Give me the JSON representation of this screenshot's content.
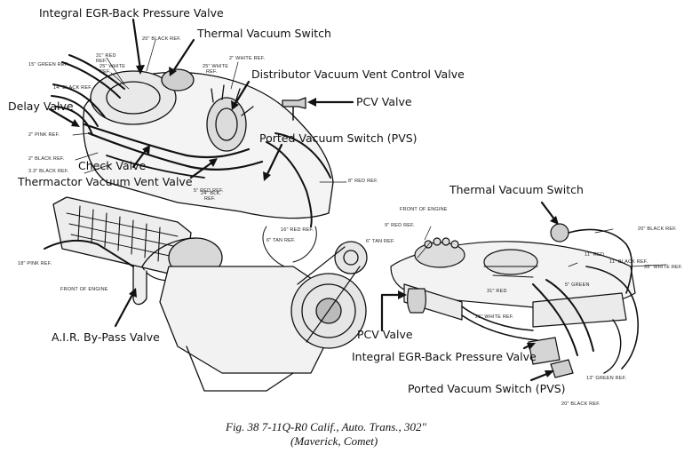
{
  "left_diagram": {
    "callouts": {
      "egr_valve": "Integral EGR-Back Pressure Valve",
      "thermal_switch": "Thermal Vacuum Switch",
      "distributor_valve": "Distributor Vacuum Vent Control Valve",
      "pcv_valve": "PCV Valve",
      "delay_valve": "Delay Valve",
      "ported_switch": "Ported Vacuum Switch (PVS)",
      "check_valve": "Check Valve",
      "thermactor_valve": "Thermactor Vacuum Vent Valve",
      "air_bypass": "A.I.R. By-Pass Valve"
    },
    "hose_labels": {
      "black_20": "20\" BLACK REF.",
      "green_15": "15\" GREEN REF.",
      "red_31": "31\" RED",
      "ref_a": "REF.",
      "white_25": "25\" WHITE",
      "ref_b": "REF.",
      "black_14": "14\" BLACK REF.",
      "white_2": "2\" WHITE REF.",
      "white_25b": "25\" WHITE",
      "ref_c": "REF.",
      "pink_2": "2\" PINK REF.",
      "black_2": "2\" BLACK REF.",
      "black_33": "3.3\" BLACK REF.",
      "red_8": "8\" RED REF.",
      "red_5": "5\" RED REF.",
      "blk_24": "24\" BLK.",
      "ref_d": "REF.",
      "red_16": "16\" RED REF.",
      "tan_6": "6\" TAN REF.",
      "pink_18": "18\" PINK REF.",
      "front": "FRONT OF ENGINE"
    }
  },
  "right_diagram": {
    "callouts": {
      "thermal_switch": "Thermal Vacuum Switch",
      "pcv_valve": "PCV Valve",
      "egr_valve": "Integral EGR-Back Pressure Valve",
      "ported_switch": "Ported Vacuum Switch (PVS)"
    },
    "hose_labels": {
      "front": "FRONT OF ENGINE",
      "red_9": "9\" RED REF.",
      "black_20": "20\" BLACK REF.",
      "tan_6": "6\" TAN REF.",
      "red_11": "11\" RED",
      "black_11": "11\" BLACK REF.",
      "white_35": "35\" WHITE REF.",
      "red_31": "31\" RED",
      "green_5": "5\" GREEN",
      "white_25": "25\" WHITE REF.",
      "green_13": "13\" GREEN REF.",
      "black_20b": "20\" BLACK REF."
    }
  },
  "caption": {
    "line1": "Fig. 38    7-11Q-R0 Calif., Auto. Trans., 302\"",
    "line2": "(Maverick, Comet)"
  }
}
